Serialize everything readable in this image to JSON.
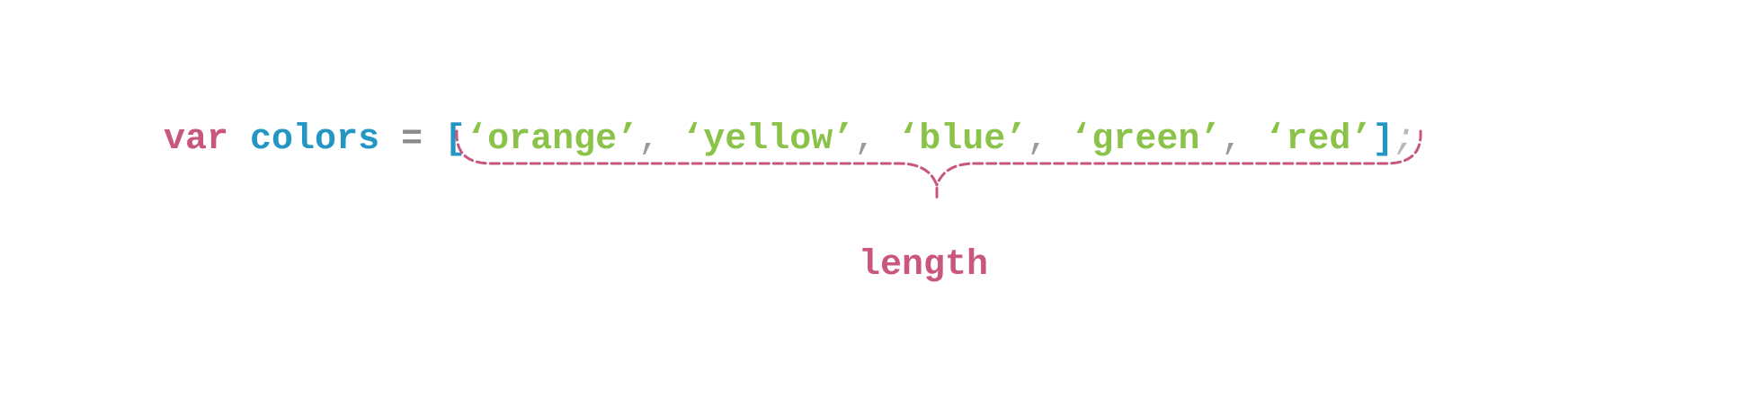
{
  "code": {
    "keyword": "var",
    "identifier": "colors",
    "operator": "=",
    "open_bracket": "[",
    "items": [
      "‘orange’",
      "‘yellow’",
      "‘blue’",
      "‘green’",
      "‘red’"
    ],
    "separator": ",",
    "close_bracket": "]",
    "terminator": ";"
  },
  "annotation": {
    "label": "length"
  },
  "colors": {
    "keyword": "#c9577d",
    "identifier": "#2396c4",
    "string": "#8bc34a",
    "operator": "#8a8a8a",
    "brace": "#c9577d"
  }
}
